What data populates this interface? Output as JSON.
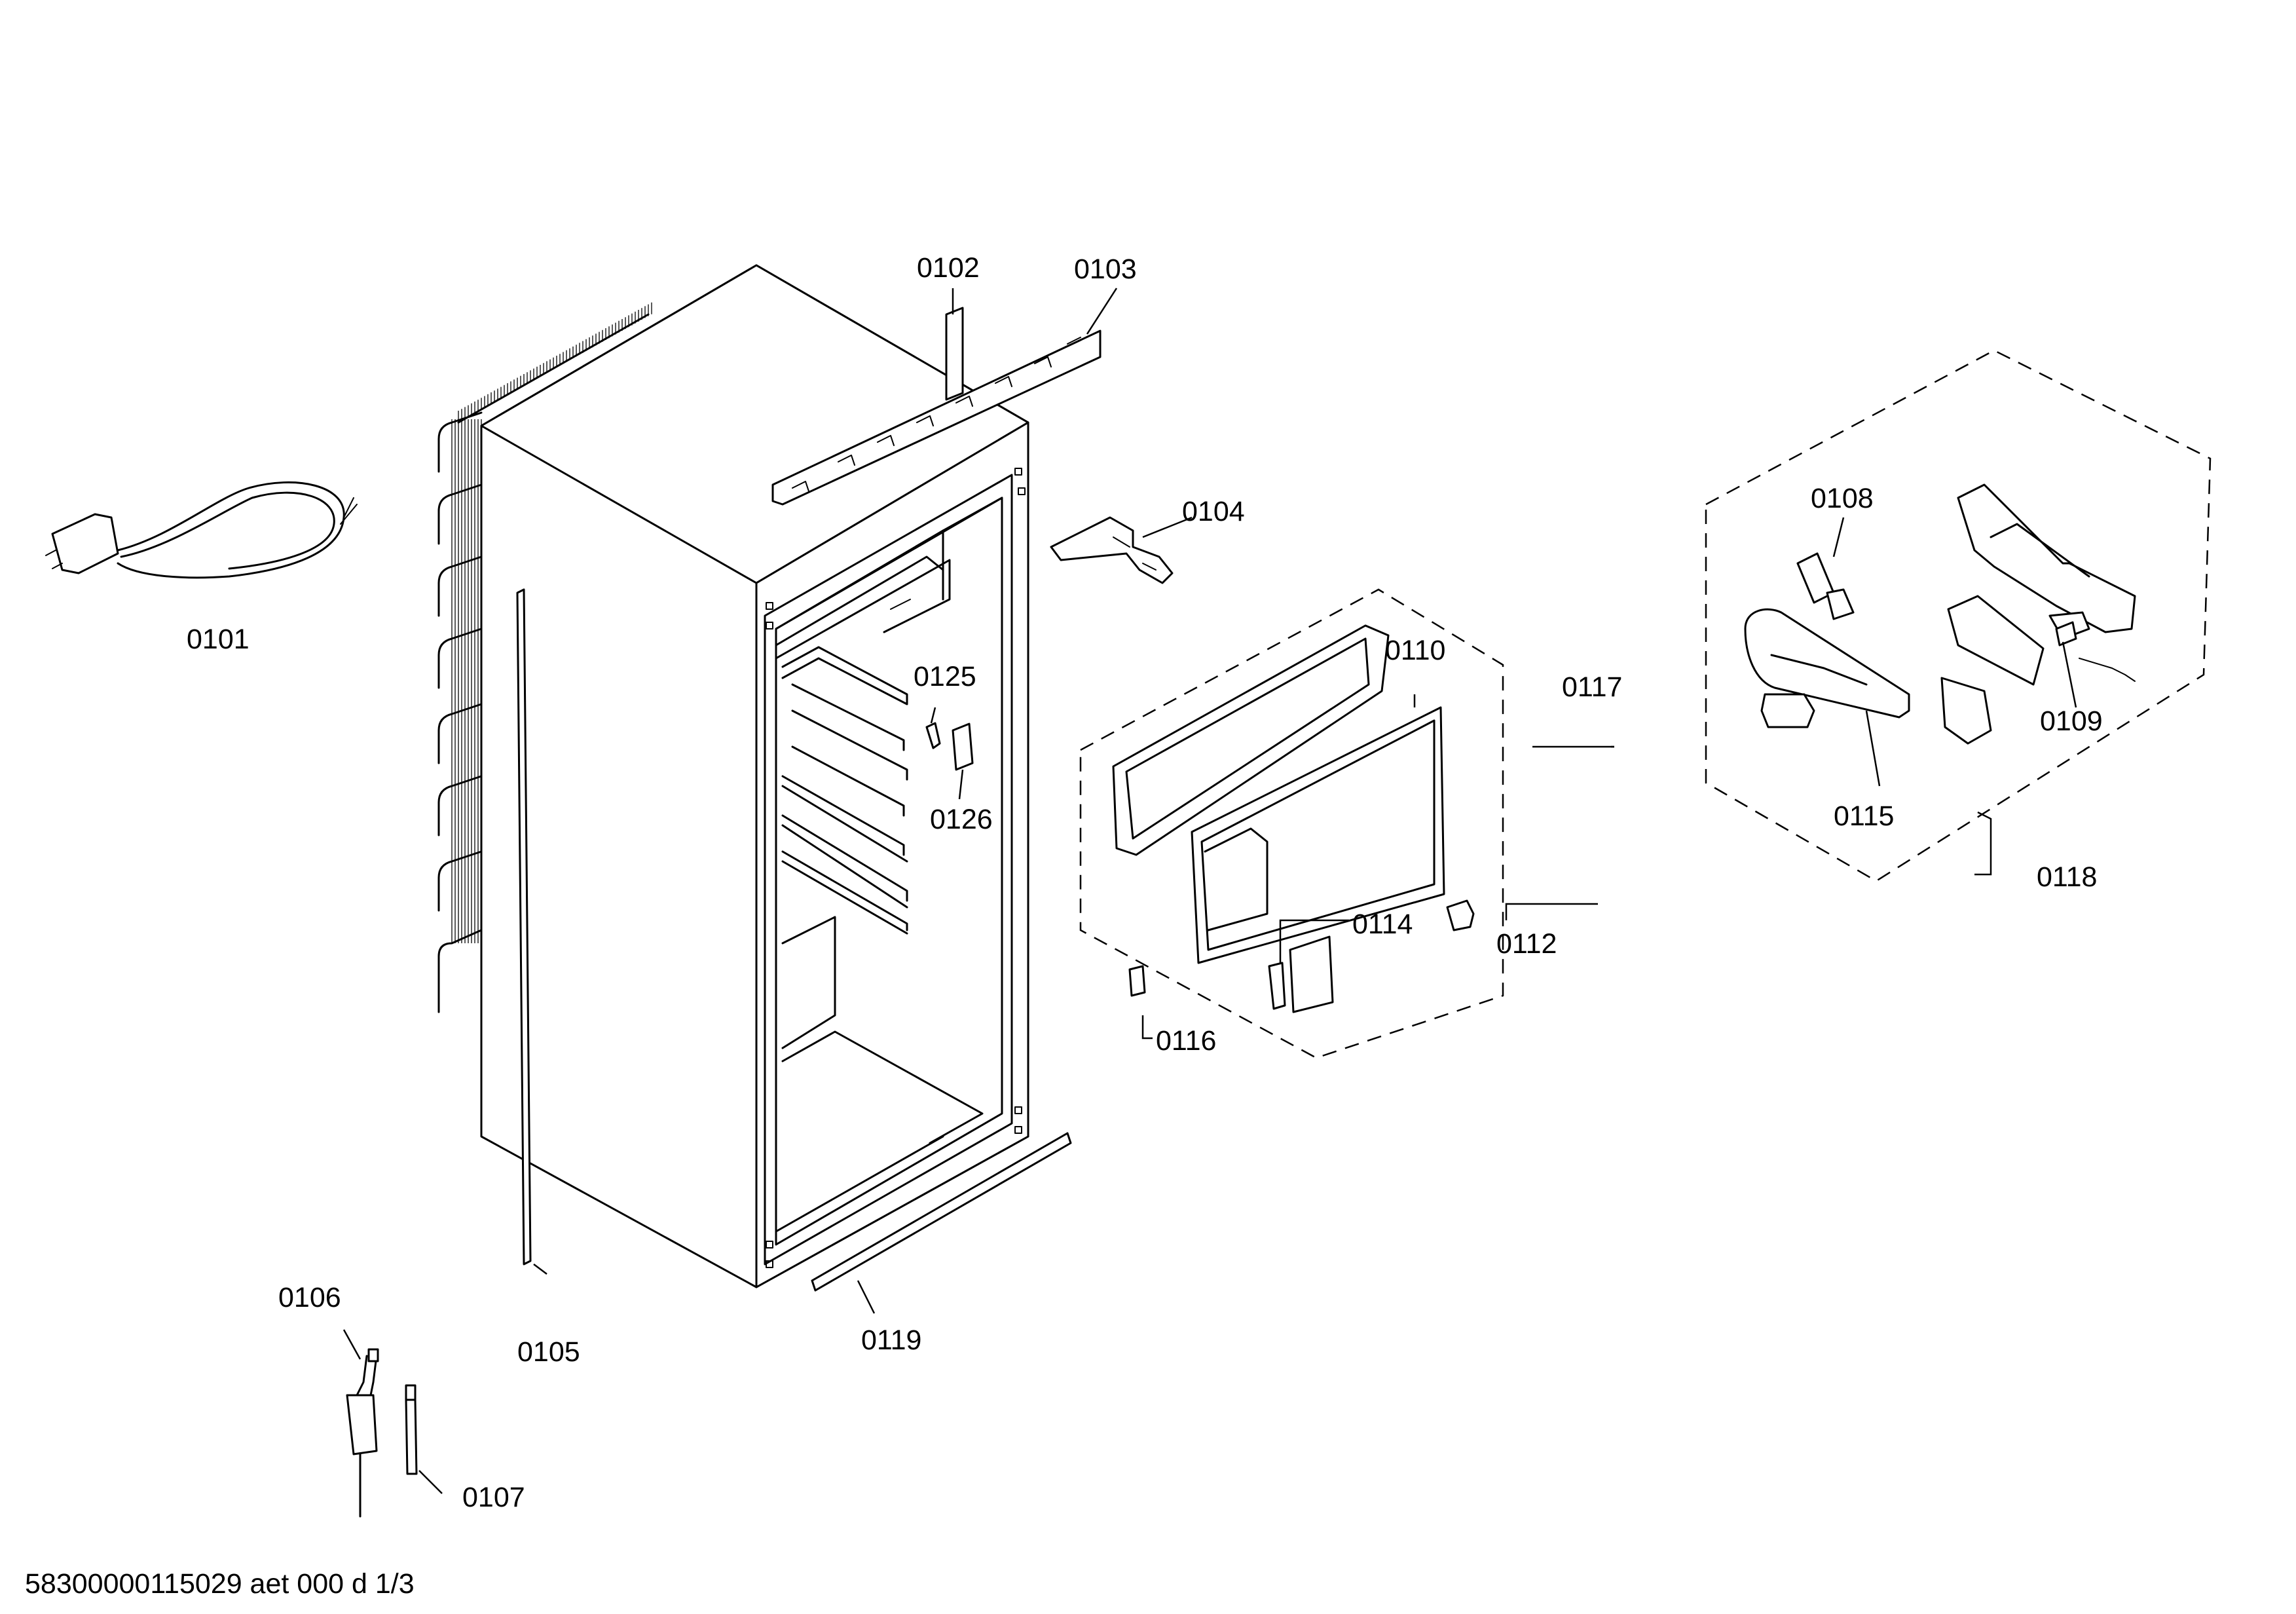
{
  "diagram": {
    "footer": "58300000115029 aet 000 d 1/3",
    "labels": {
      "p0101": "0101",
      "p0102": "0102",
      "p0103": "0103",
      "p0104": "0104",
      "p0105": "0105",
      "p0106": "0106",
      "p0107": "0107",
      "p0108": "0108",
      "p0109": "0109",
      "p0110": "0110",
      "p0112": "0112",
      "p0114": "0114",
      "p0115": "0115",
      "p0116": "0116",
      "p0117": "0117",
      "p0118": "0118",
      "p0119": "0119",
      "p0125": "0125",
      "p0126": "0126"
    }
  }
}
